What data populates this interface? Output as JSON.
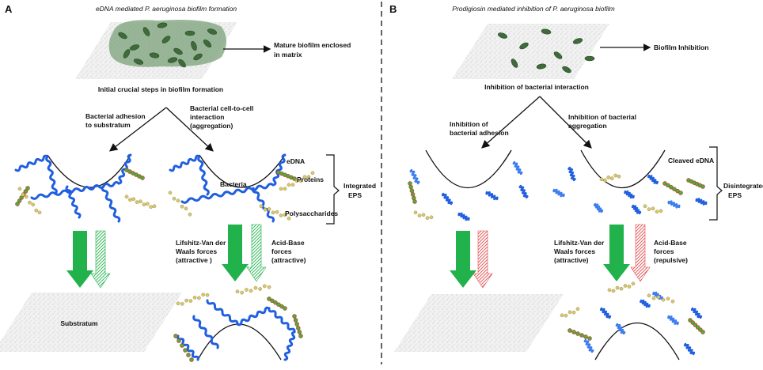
{
  "panels": {
    "a": {
      "letter": "A",
      "title": "eDNA mediated P. aeruginosa biofilm formation",
      "mature_label_1": "Mature biofilm enclosed",
      "mature_label_2": "in matrix",
      "initial_steps": "Initial  crucial steps in biofilm formation",
      "left_branch": [
        "Bacterial adhesion",
        "to substratum"
      ],
      "right_branch": [
        "Bacterial cell-to-cell",
        "interaction",
        "(aggregation)"
      ],
      "edna": "eDNA",
      "proteins": "Proteins",
      "bacteria": "Bacteria",
      "polysaccharides": "Polysaccharides",
      "eps": [
        "Integrated",
        "EPS"
      ],
      "lw_forces": [
        "Lifshitz-Van der",
        "Waals forces",
        "(attractive )"
      ],
      "ab_forces": [
        "Acid-Base",
        "forces",
        "(attractive)"
      ],
      "substratum": "Substratum"
    },
    "b": {
      "letter": "B",
      "title": "Prodigiosin mediated inhibition of P. aeruginosa biofilm",
      "inhibition": "Biofilm Inhibition",
      "inhibition_interaction": "Inhibition of bacterial interaction",
      "left_branch": [
        "Inhibition of",
        "bacterial adhesion"
      ],
      "right_branch": [
        "Inhibition of bacterial",
        "aggregation"
      ],
      "cleaved": "Cleaved eDNA",
      "eps": [
        "Disintegrated",
        "EPS"
      ],
      "lw_forces": [
        "Lifshitz-Van der",
        "Waals forces",
        "(attractive)"
      ],
      "ab_forces": [
        "Acid-Base",
        "forces",
        "(repulsive)"
      ]
    }
  },
  "colors": {
    "edna": "#1f5fe0",
    "bead": "#d8c870",
    "green_beads": "#4caf3c",
    "arrow_green": "#21b24b",
    "arrow_red": "#e24b4b",
    "cell": "#3f6b3a",
    "matrix": "#7aa07a"
  }
}
